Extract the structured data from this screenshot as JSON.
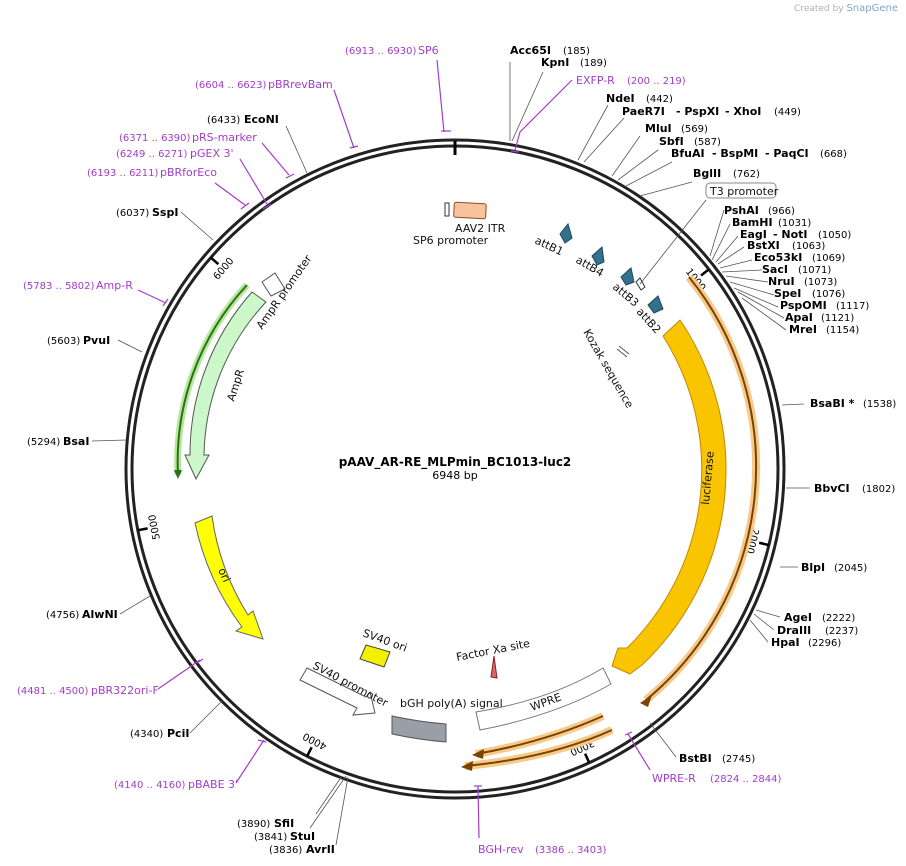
{
  "credit": {
    "prefix": "Created by",
    "brand": "SnapGene"
  },
  "map": {
    "name": "pAAV_AR-RE_MLPmin_BC1013-luc2",
    "length_label": "6948 bp",
    "total_bp": 6948,
    "ticks": [
      {
        "bp": 1000,
        "label": "1000"
      },
      {
        "bp": 2000,
        "label": "2000"
      },
      {
        "bp": 3000,
        "label": "3000"
      },
      {
        "bp": 4000,
        "label": "4000"
      },
      {
        "bp": 5000,
        "label": "5000"
      },
      {
        "bp": 6000,
        "label": "6000"
      }
    ]
  },
  "enzymes": [
    {
      "name": "Acc65I",
      "pos": "(185)"
    },
    {
      "name": "KpnI",
      "pos": "(189)"
    },
    {
      "name": "NdeI",
      "pos": "(442)"
    },
    {
      "name": "PaeR7I",
      "extra": [
        "PspXI",
        "XhoI"
      ],
      "pos": "(449)"
    },
    {
      "name": "MluI",
      "pos": "(569)"
    },
    {
      "name": "SbfI",
      "pos": "(587)"
    },
    {
      "name": "BfuAI",
      "extra": [
        "BspMI",
        "PaqCI"
      ],
      "pos": "(668)"
    },
    {
      "name": "BglII",
      "pos": "(762)"
    },
    {
      "name": "PshAI",
      "pos": "(966)"
    },
    {
      "name": "BamHI",
      "pos": "(1031)"
    },
    {
      "name": "EagI",
      "extra": [
        "NotI"
      ],
      "pos": "(1050)"
    },
    {
      "name": "BstXI",
      "pos": "(1063)"
    },
    {
      "name": "Eco53kI",
      "pos": "(1069)"
    },
    {
      "name": "SacI",
      "pos": "(1071)"
    },
    {
      "name": "NruI",
      "pos": "(1073)"
    },
    {
      "name": "SpeI",
      "pos": "(1076)"
    },
    {
      "name": "PspOMI",
      "pos": "(1117)"
    },
    {
      "name": "ApaI",
      "pos": "(1121)"
    },
    {
      "name": "MreI",
      "pos": "(1154)"
    },
    {
      "name": "BsaBI *",
      "pos": "(1538)"
    },
    {
      "name": "BbvCI",
      "pos": "(1802)"
    },
    {
      "name": "BlpI",
      "pos": "(2045)"
    },
    {
      "name": "AgeI",
      "pos": "(2222)"
    },
    {
      "name": "DraIII",
      "pos": "(2237)"
    },
    {
      "name": "HpaI",
      "pos": "(2296)"
    },
    {
      "name": "BstBI",
      "pos": "(2745)"
    },
    {
      "name": "AvrII",
      "pos": "(3836)"
    },
    {
      "name": "StuI",
      "pos": "(3841)"
    },
    {
      "name": "SfiI",
      "pos": "(3890)"
    },
    {
      "name": "PciI",
      "pos": "(4340)"
    },
    {
      "name": "AlwNI",
      "pos": "(4756)"
    },
    {
      "name": "BsaI",
      "pos": "(5294)"
    },
    {
      "name": "PvuI",
      "pos": "(5603)"
    },
    {
      "name": "SspI",
      "pos": "(6037)"
    },
    {
      "name": "EcoNI",
      "pos": "(6433)"
    }
  ],
  "primers": [
    {
      "name": "SP6",
      "range": "(6913 .. 6930)"
    },
    {
      "name": "pBRrevBam",
      "range": "(6604 .. 6623)"
    },
    {
      "name": "pRS-marker",
      "range": "(6371 .. 6390)"
    },
    {
      "name": "pGEX 3'",
      "range": "(6249 .. 6271)"
    },
    {
      "name": "pBRforEco",
      "range": "(6193 .. 6211)"
    },
    {
      "name": "Amp-R",
      "range": "(5783 .. 5802)"
    },
    {
      "name": "EXFP-R",
      "range": "(200 .. 219)"
    },
    {
      "name": "pBR322ori-F",
      "range": "(4481 .. 4500)"
    },
    {
      "name": "pBABE 3'",
      "range": "(4140 .. 4160)"
    },
    {
      "name": "BGH-rev",
      "range": "(3386 .. 3403)"
    },
    {
      "name": "WPRE-R",
      "range": "(2824 .. 2844)"
    }
  ],
  "features": {
    "aav2_itr": "AAV2 ITR",
    "sp6_promoter": "SP6 promoter",
    "attB1": "attB1",
    "attB4": "attB4",
    "attB3": "attB3",
    "attB2": "attB2",
    "t3_promoter": "T3 promoter",
    "kozak": "Kozak sequence",
    "luciferase": "luciferase",
    "wpre": "WPRE",
    "bgh": "bGH poly(A) signal",
    "factor_xa": "Factor Xa site",
    "sv40_ori": "SV40 ori",
    "sv40_promoter": "SV40 promoter",
    "ori": "ori",
    "ampr": "AmpR",
    "ampr_promoter": "AmpR promoter"
  }
}
